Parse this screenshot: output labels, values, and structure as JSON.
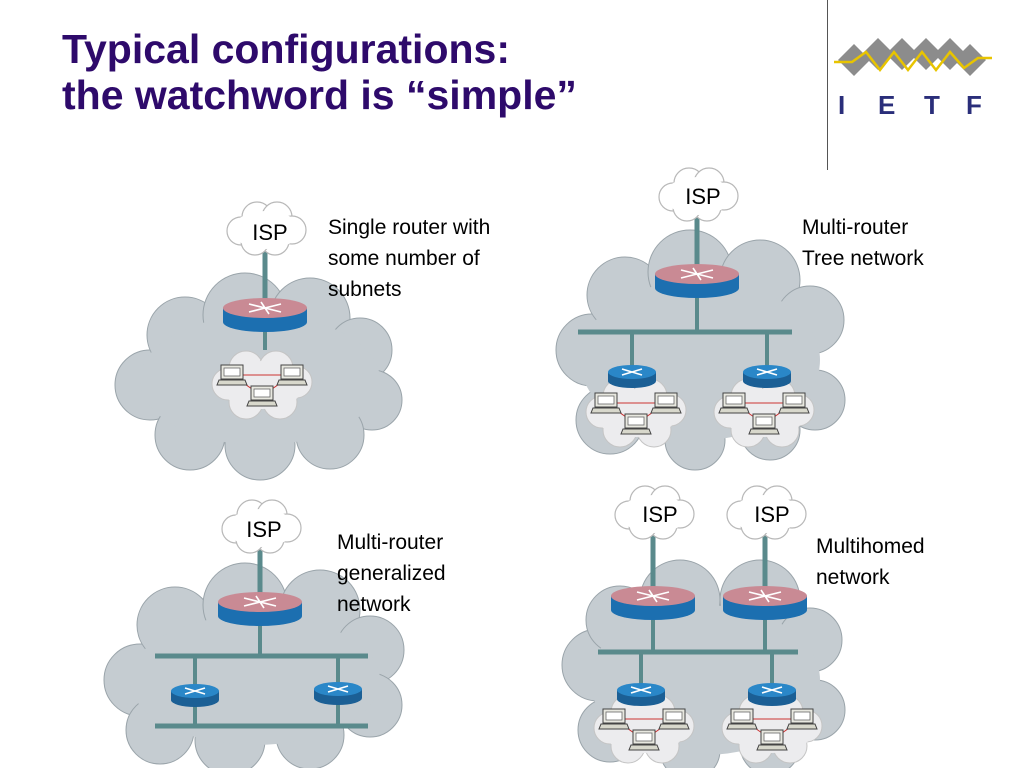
{
  "slide": {
    "title_line1": "Typical configurations:",
    "title_line2": "the watchword is “simple”"
  },
  "logo": {
    "letters": [
      "I",
      "E",
      "T",
      "F"
    ]
  },
  "configs": [
    {
      "isp": "ISP",
      "lines": [
        "Single router with",
        "some number of",
        "subnets"
      ]
    },
    {
      "isp": "ISP",
      "lines": [
        "Multi-router",
        "Tree network"
      ]
    },
    {
      "isp": "ISP",
      "lines": [
        "Multi-router",
        "generalized",
        "network"
      ]
    },
    {
      "isps": [
        "ISP",
        "ISP"
      ],
      "lines": [
        "Multihomed",
        "network"
      ]
    }
  ],
  "colors": {
    "title": "#2e0a6b",
    "cloud": "#c5ccd1",
    "subnet_cloud": "#ececee",
    "link": "#5a8a8c",
    "core_router_top": "#c98a94",
    "core_router_side": "#1c6fb0",
    "access_router": "#2a87c8",
    "lan_link": "#cc3333",
    "logo_diamond": "#8c8c8c",
    "logo_zigzag": "#e8c400"
  }
}
